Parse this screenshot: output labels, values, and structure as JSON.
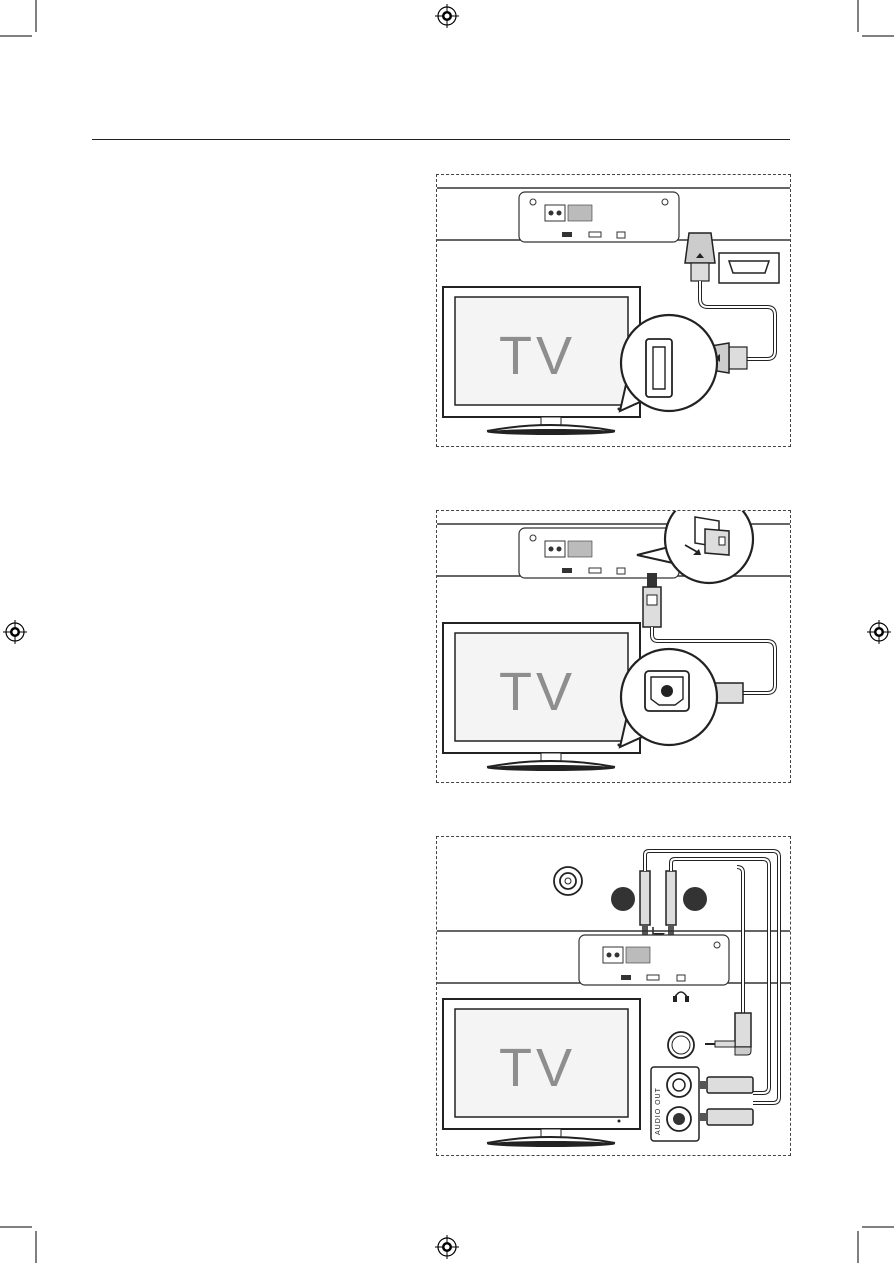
{
  "panels": [
    {
      "connection": "hdmi",
      "tv_label": "TV"
    },
    {
      "connection": "optical",
      "tv_label": "TV"
    },
    {
      "connection": "analog",
      "tv_label": "TV",
      "jack_label": "AUDIO OUT"
    }
  ],
  "icons": {
    "registration_mark": "registration-mark-icon",
    "headphone": "headphone-icon"
  }
}
